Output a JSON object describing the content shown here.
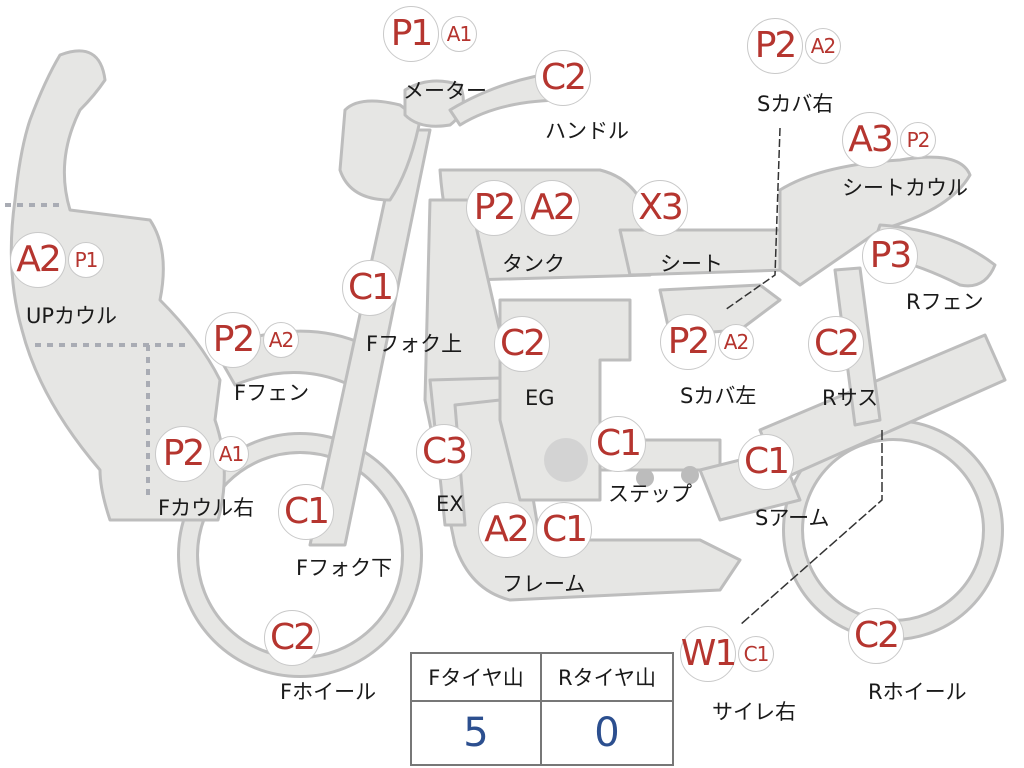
{
  "parts": [
    {
      "id": "meter",
      "label": "メーター",
      "codes": [
        "P1",
        "A1"
      ]
    },
    {
      "id": "handle",
      "label": "ハンドル",
      "codes": [
        "C2"
      ]
    },
    {
      "id": "s-cover-right",
      "label": "Sカバ右",
      "codes": [
        "P2",
        "A2"
      ]
    },
    {
      "id": "seat-cowl",
      "label": "シートカウル",
      "codes": [
        "A3",
        "P2"
      ]
    },
    {
      "id": "up-cowl",
      "label": "UPカウル",
      "codes": [
        "A2",
        "P1"
      ]
    },
    {
      "id": "f-fork-upper",
      "label": "Fフォク上",
      "codes": [
        "C1"
      ]
    },
    {
      "id": "tank",
      "label": "タンク",
      "codes": [
        "P2",
        "A2"
      ]
    },
    {
      "id": "seat",
      "label": "シート",
      "codes": [
        "X3"
      ]
    },
    {
      "id": "r-fender",
      "label": "Rフェン",
      "codes": [
        "P3"
      ]
    },
    {
      "id": "f-fender",
      "label": "Fフェン",
      "codes": [
        "P2",
        "A2"
      ]
    },
    {
      "id": "engine",
      "label": "EG",
      "codes": [
        "C2"
      ]
    },
    {
      "id": "s-cover-left",
      "label": "Sカバ左",
      "codes": [
        "P2",
        "A2"
      ]
    },
    {
      "id": "r-suspension",
      "label": "Rサス",
      "codes": [
        "C2"
      ]
    },
    {
      "id": "f-cowl-right",
      "label": "Fカウル右",
      "codes": [
        "P2",
        "A1"
      ]
    },
    {
      "id": "exhaust",
      "label": "EX",
      "codes": [
        "C3"
      ]
    },
    {
      "id": "step",
      "label": "ステップ",
      "codes": [
        "C1"
      ]
    },
    {
      "id": "swing-arm",
      "label": "Sアーム",
      "codes": [
        "C1"
      ]
    },
    {
      "id": "f-fork-lower",
      "label": "Fフォク下",
      "codes": [
        "C1"
      ]
    },
    {
      "id": "frame",
      "label": "フレーム",
      "codes": [
        "A2",
        "C1"
      ]
    },
    {
      "id": "f-wheel",
      "label": "Fホイール",
      "codes": [
        "C2"
      ]
    },
    {
      "id": "silencer-right",
      "label": "サイレ右",
      "codes": [
        "W1",
        "C1"
      ]
    },
    {
      "id": "r-wheel",
      "label": "Rホイール",
      "codes": [
        "C2"
      ]
    }
  ],
  "tire": {
    "front_label": "Fタイヤ山",
    "rear_label": "Rタイヤ山",
    "front_value": "5",
    "rear_value": "0"
  },
  "colors": {
    "part_fill": "#e6e6e4",
    "part_stroke": "#bdbdbd",
    "code_text": "#b5352f",
    "tire_value": "#2c4f8f"
  }
}
